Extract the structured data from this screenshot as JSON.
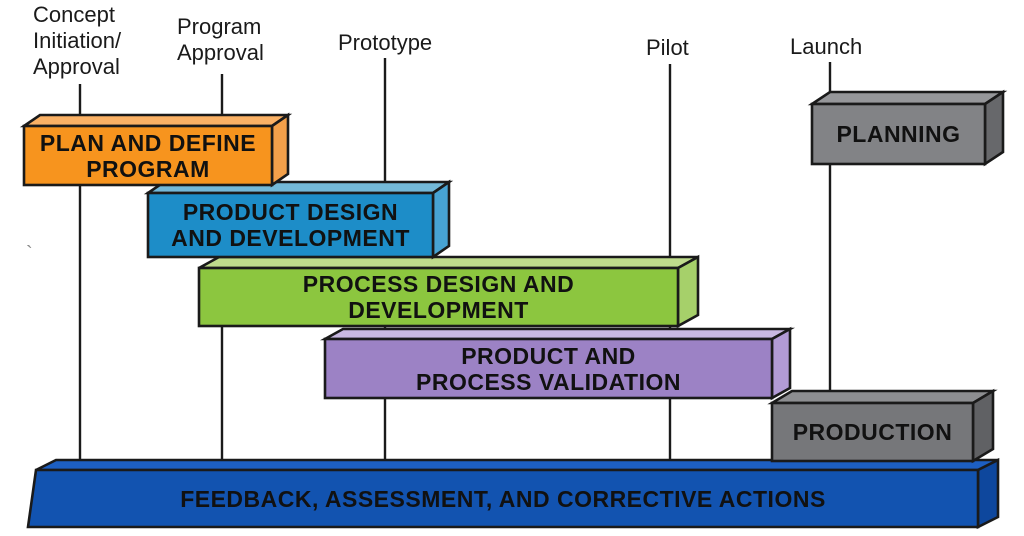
{
  "milestones": [
    {
      "id": "concept-initiation-approval",
      "lines": [
        "Concept",
        "Initiation/",
        "Approval"
      ]
    },
    {
      "id": "program-approval",
      "lines": [
        "Program",
        "Approval"
      ]
    },
    {
      "id": "prototype",
      "lines": [
        "Prototype"
      ]
    },
    {
      "id": "pilot",
      "lines": [
        "Pilot"
      ]
    },
    {
      "id": "launch",
      "lines": [
        "Launch"
      ]
    }
  ],
  "phases": [
    {
      "id": "plan-and-define-program",
      "lines": [
        "PLAN AND DEFINE",
        "PROGRAM"
      ],
      "colors": {
        "front": "#F7941E",
        "top": "#FAB165",
        "side": "#F3A04A"
      }
    },
    {
      "id": "product-design-and-development",
      "lines": [
        "PRODUCT DESIGN",
        "AND DEVELOPMENT"
      ],
      "colors": {
        "front": "#1D8DC8",
        "top": "#74B9D8",
        "side": "#47A3D3"
      }
    },
    {
      "id": "process-design-and-development",
      "lines": [
        "PROCESS DESIGN AND",
        "DEVELOPMENT"
      ],
      "colors": {
        "front": "#8CC63F",
        "top": "#BFDC8C",
        "side": "#A6D06A"
      }
    },
    {
      "id": "product-and-process-validation",
      "lines": [
        "PRODUCT AND",
        "PROCESS VALIDATION"
      ],
      "colors": {
        "front": "#9C82C5",
        "top": "#C9B9E2",
        "side": "#B29BD5"
      }
    },
    {
      "id": "planning",
      "lines": [
        "PLANNING"
      ],
      "colors": {
        "front": "#828386",
        "top": "#96979A",
        "side": "#67686B"
      }
    },
    {
      "id": "production",
      "lines": [
        "PRODUCTION"
      ],
      "colors": {
        "front": "#76777A",
        "top": "#8D8E91",
        "side": "#606164"
      }
    },
    {
      "id": "feedback-assessment-corrective-actions",
      "lines": [
        "FEEDBACK, ASSESSMENT, AND CORRECTIVE ACTIONS"
      ],
      "colors": {
        "front": "#1253B0",
        "top": "#1D5FC2",
        "side": "#0E479D"
      }
    }
  ],
  "colors": {
    "background": "#FFFFFF",
    "outline": "#1A1A1A",
    "box_text": "#111111",
    "label_text": "#1A1A1A"
  },
  "stray_mark": "`"
}
